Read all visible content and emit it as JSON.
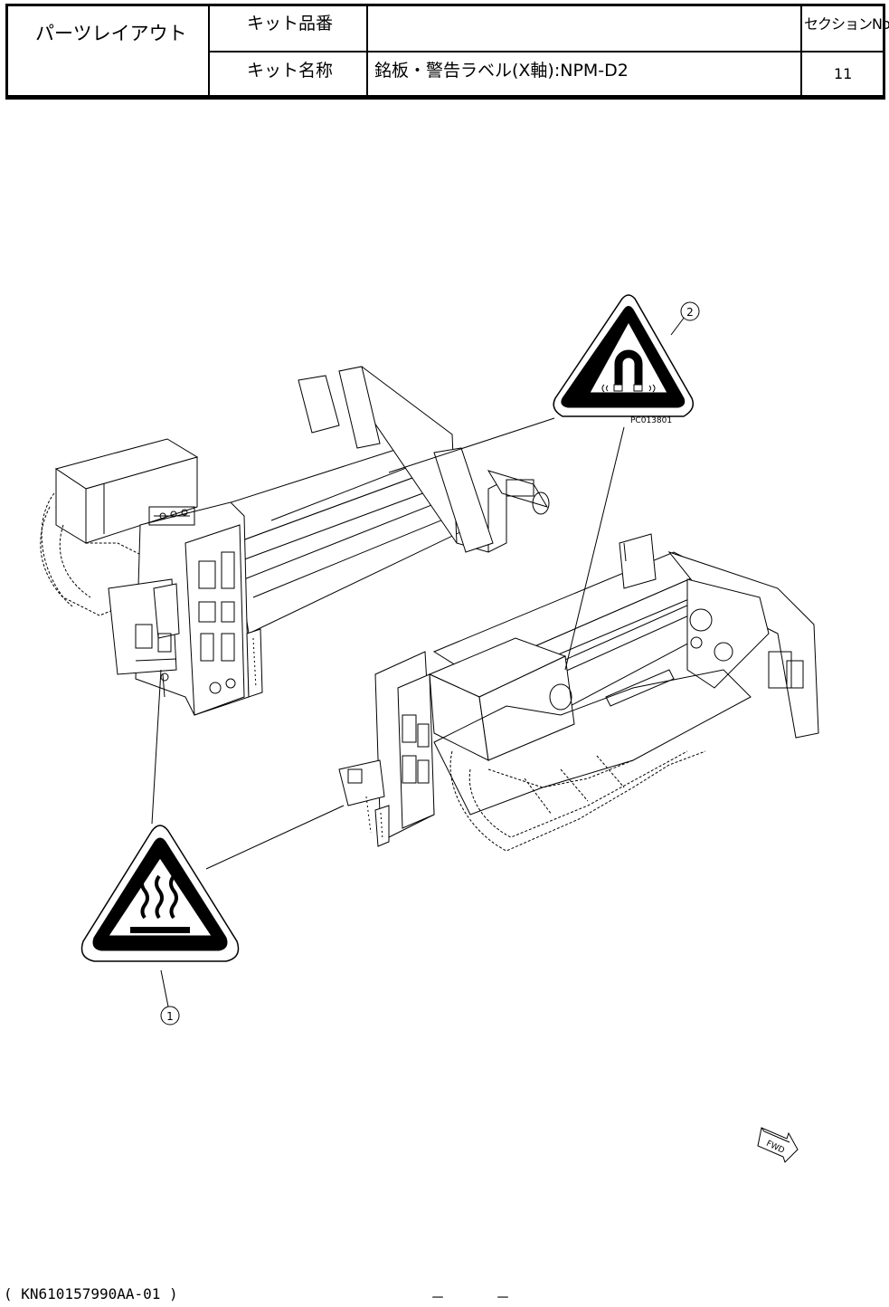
{
  "header": {
    "doc_type": "パーツレイアウト",
    "kit_number_label": "キット品番",
    "kit_number_value": "",
    "kit_name_label": "キット名称",
    "kit_name_value": "銘板・警告ラベル(X軸):NPM-D2",
    "section_label": "セクションNo.",
    "section_value": "11"
  },
  "drawing": {
    "callouts": [
      "1",
      "2"
    ],
    "label_code": "PC013801",
    "fwd_mark": "FWD"
  },
  "footer": {
    "doc_code": "( KN610157990AA-01 )",
    "dash_left": "－",
    "dash_right": "－"
  }
}
